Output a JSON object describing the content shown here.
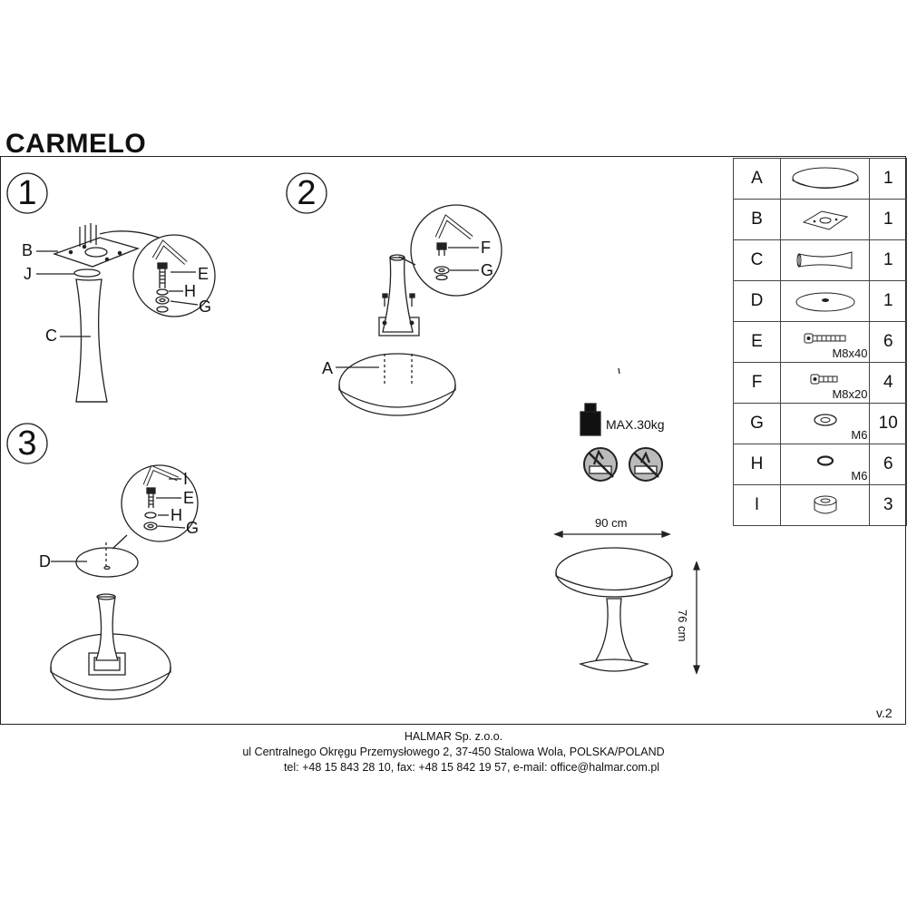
{
  "document": {
    "title": "CARMELO",
    "version": "v.2"
  },
  "steps": [
    {
      "number": "1",
      "callouts": [
        "B",
        "J",
        "C",
        "E",
        "H",
        "G"
      ]
    },
    {
      "number": "2",
      "callouts": [
        "A",
        "F",
        "G"
      ]
    },
    {
      "number": "3",
      "callouts": [
        "D",
        "I",
        "E",
        "H",
        "G"
      ]
    }
  ],
  "parts": [
    {
      "letter": "A",
      "icon": "round-tabletop-icon",
      "size": "",
      "qty": "1"
    },
    {
      "letter": "B",
      "icon": "mounting-plate-icon",
      "size": "",
      "qty": "1"
    },
    {
      "letter": "C",
      "icon": "column-leg-icon",
      "size": "",
      "qty": "1"
    },
    {
      "letter": "D",
      "icon": "round-base-icon",
      "size": "",
      "qty": "1"
    },
    {
      "letter": "E",
      "icon": "bolt-icon",
      "size": "M8x40",
      "qty": "6"
    },
    {
      "letter": "F",
      "icon": "short-bolt-icon",
      "size": "M8x20",
      "qty": "4"
    },
    {
      "letter": "G",
      "icon": "washer-icon",
      "size": "M6",
      "qty": "10"
    },
    {
      "letter": "H",
      "icon": "spring-washer-icon",
      "size": "M6",
      "qty": "6"
    },
    {
      "letter": "I",
      "icon": "nut-icon",
      "size": "",
      "qty": "3"
    }
  ],
  "info": {
    "max_load": "MAX.30kg",
    "width": "90 cm",
    "height": "76 cm",
    "icons": [
      "weight-icon",
      "no-standing-icon",
      "no-sitting-icon"
    ]
  },
  "footer": {
    "company": "HALMAR Sp. z.o.o.",
    "address": "ul Centralnego Okręgu Przemysłowego 2, 37-450 Stalowa Wola, POLSKA/POLAND",
    "contact": "tel: +48 15 843 28 10, fax: +48 15 842 19 57, e-mail: office@halmar.com.pl"
  }
}
